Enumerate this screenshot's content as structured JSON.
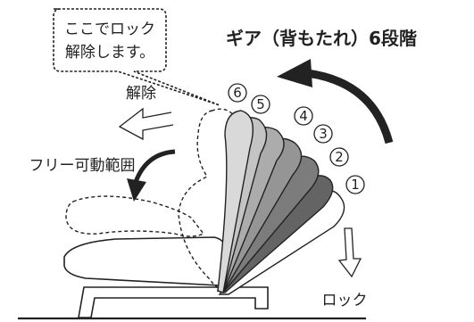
{
  "callout": {
    "line1": "ここでロック",
    "line2": "解除します。"
  },
  "title": "ギア（背もたれ）6段階",
  "labels": {
    "release": "解除",
    "free_range": "フリー可動範囲",
    "lock": "ロック"
  },
  "gear_positions": [
    "6",
    "5",
    "4",
    "3",
    "2",
    "1"
  ],
  "colors": {
    "outline": "#222222",
    "gear_6": "#d9d9d9",
    "gear_5": "#c4c4c4",
    "gear_4": "#acacac",
    "gear_3": "#959595",
    "gear_2": "#7c7c7c",
    "gear_1": "#646464",
    "base_cushion": "#ffffff"
  },
  "icons": {
    "big_arrow": "curved-arrow-icon",
    "free_arrow": "curved-arrow-icon",
    "release_arrow": "hollow-arrow-left-icon",
    "lock_arrow": "hollow-arrow-down-icon"
  }
}
